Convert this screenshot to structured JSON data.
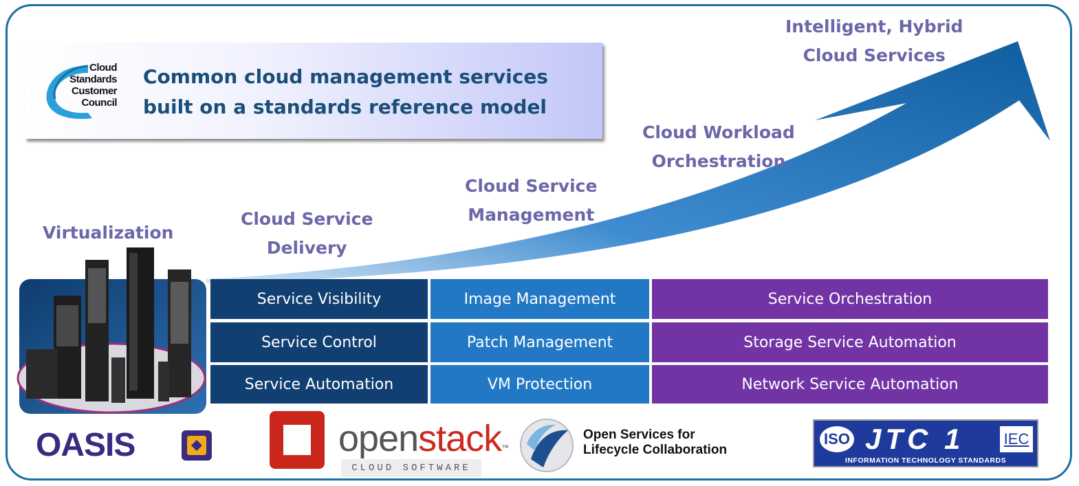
{
  "banner": {
    "logo_lines": [
      "Cloud",
      "Standards",
      "Customer",
      "Council"
    ],
    "title_lines": [
      "Common cloud management services",
      "built on a standards reference model"
    ]
  },
  "stages": {
    "virtualization": [
      "Virtualization"
    ],
    "delivery": [
      "Cloud Service",
      "Delivery"
    ],
    "management": [
      "Cloud Service",
      "Management"
    ],
    "workload": [
      "Cloud Workload",
      "Orchestration"
    ],
    "hybrid": [
      "Intelligent, Hybrid",
      "Cloud Services"
    ]
  },
  "grid": {
    "col1": [
      "Service Visibility",
      "Service Control",
      "Service Automation"
    ],
    "col2": [
      "Image Management",
      "Patch Management",
      "VM Protection"
    ],
    "col3": [
      "Service Orchestration",
      "Storage Service Automation",
      "Network Service Automation"
    ]
  },
  "logos": {
    "oasis": "OASIS",
    "openstack_open": "open",
    "openstack_stack": "stack",
    "openstack_tm": "™",
    "openstack_sub": "CLOUD SOFTWARE",
    "oslc_lines": [
      "Open Services for",
      "Lifecycle Collaboration"
    ],
    "jtc_iso": "ISO",
    "jtc_main": "JTC 1",
    "jtc_iec": "IEC",
    "jtc_sub": "INFORMATION TECHNOLOGY STANDARDS"
  },
  "colors": {
    "frame": "#1a6fa3",
    "arrow": "#1b6db0",
    "stage_text": "#6b67a8",
    "col1": "#123f72",
    "col2": "#2378c5",
    "col3": "#7234a5"
  }
}
